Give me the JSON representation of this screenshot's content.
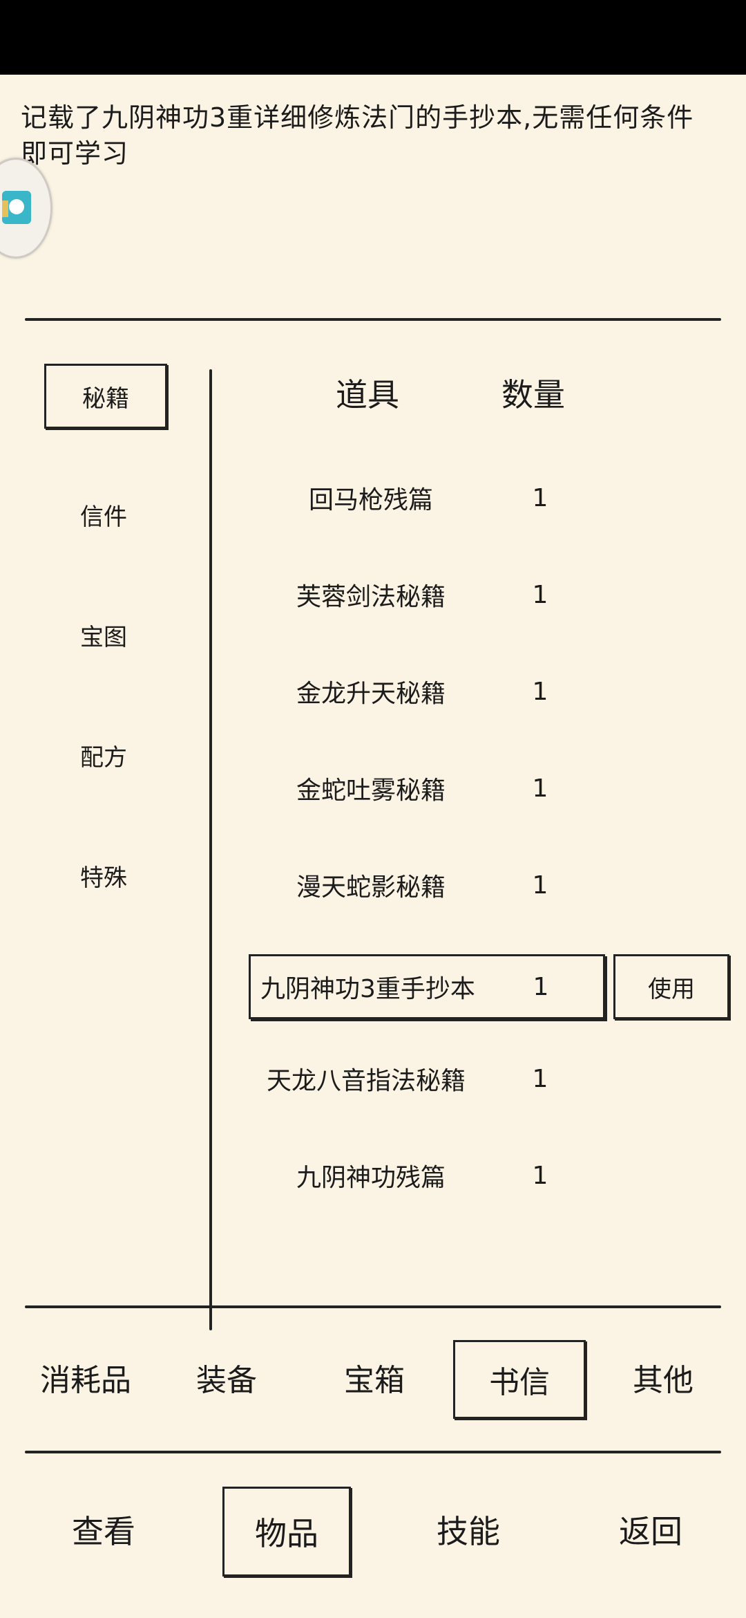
{
  "item_description": "记载了九阴神功3重详细修炼法门的手抄本,无需任何条件即可学习",
  "side_tabs": [
    {
      "label": "秘籍",
      "selected": true
    },
    {
      "label": "信件",
      "selected": false
    },
    {
      "label": "宝图",
      "selected": false
    },
    {
      "label": "配方",
      "selected": false
    },
    {
      "label": "特殊",
      "selected": false
    }
  ],
  "table": {
    "header_item": "道具",
    "header_count": "数量"
  },
  "items": [
    {
      "name": "回马枪残篇",
      "count": "1"
    },
    {
      "name": "芙蓉剑法秘籍",
      "count": "1"
    },
    {
      "name": "金龙升天秘籍",
      "count": "1"
    },
    {
      "name": "金蛇吐雾秘籍",
      "count": "1"
    },
    {
      "name": "漫天蛇影秘籍",
      "count": "1"
    },
    {
      "name": "九阴神功3重手抄本",
      "count": "1",
      "selected": true
    },
    {
      "name": "天龙八音指法秘籍",
      "count": "1"
    },
    {
      "name": "九阴神功残篇",
      "count": "1"
    }
  ],
  "use_button": "使用",
  "category_tabs": [
    {
      "label": "消耗品",
      "selected": false
    },
    {
      "label": "装备",
      "selected": false
    },
    {
      "label": "宝箱",
      "selected": false
    },
    {
      "label": "书信",
      "selected": true
    },
    {
      "label": "其他",
      "selected": false
    }
  ],
  "nav_tabs": [
    {
      "label": "查看",
      "selected": false
    },
    {
      "label": "物品",
      "selected": true
    },
    {
      "label": "技能",
      "selected": false
    },
    {
      "label": "返回",
      "selected": false
    }
  ],
  "colors": {
    "background": "#fbf4e4",
    "ink": "#1b1b1b",
    "status_bar": "#000000"
  },
  "icons": {
    "float_button": "app-shortcut-icon"
  }
}
